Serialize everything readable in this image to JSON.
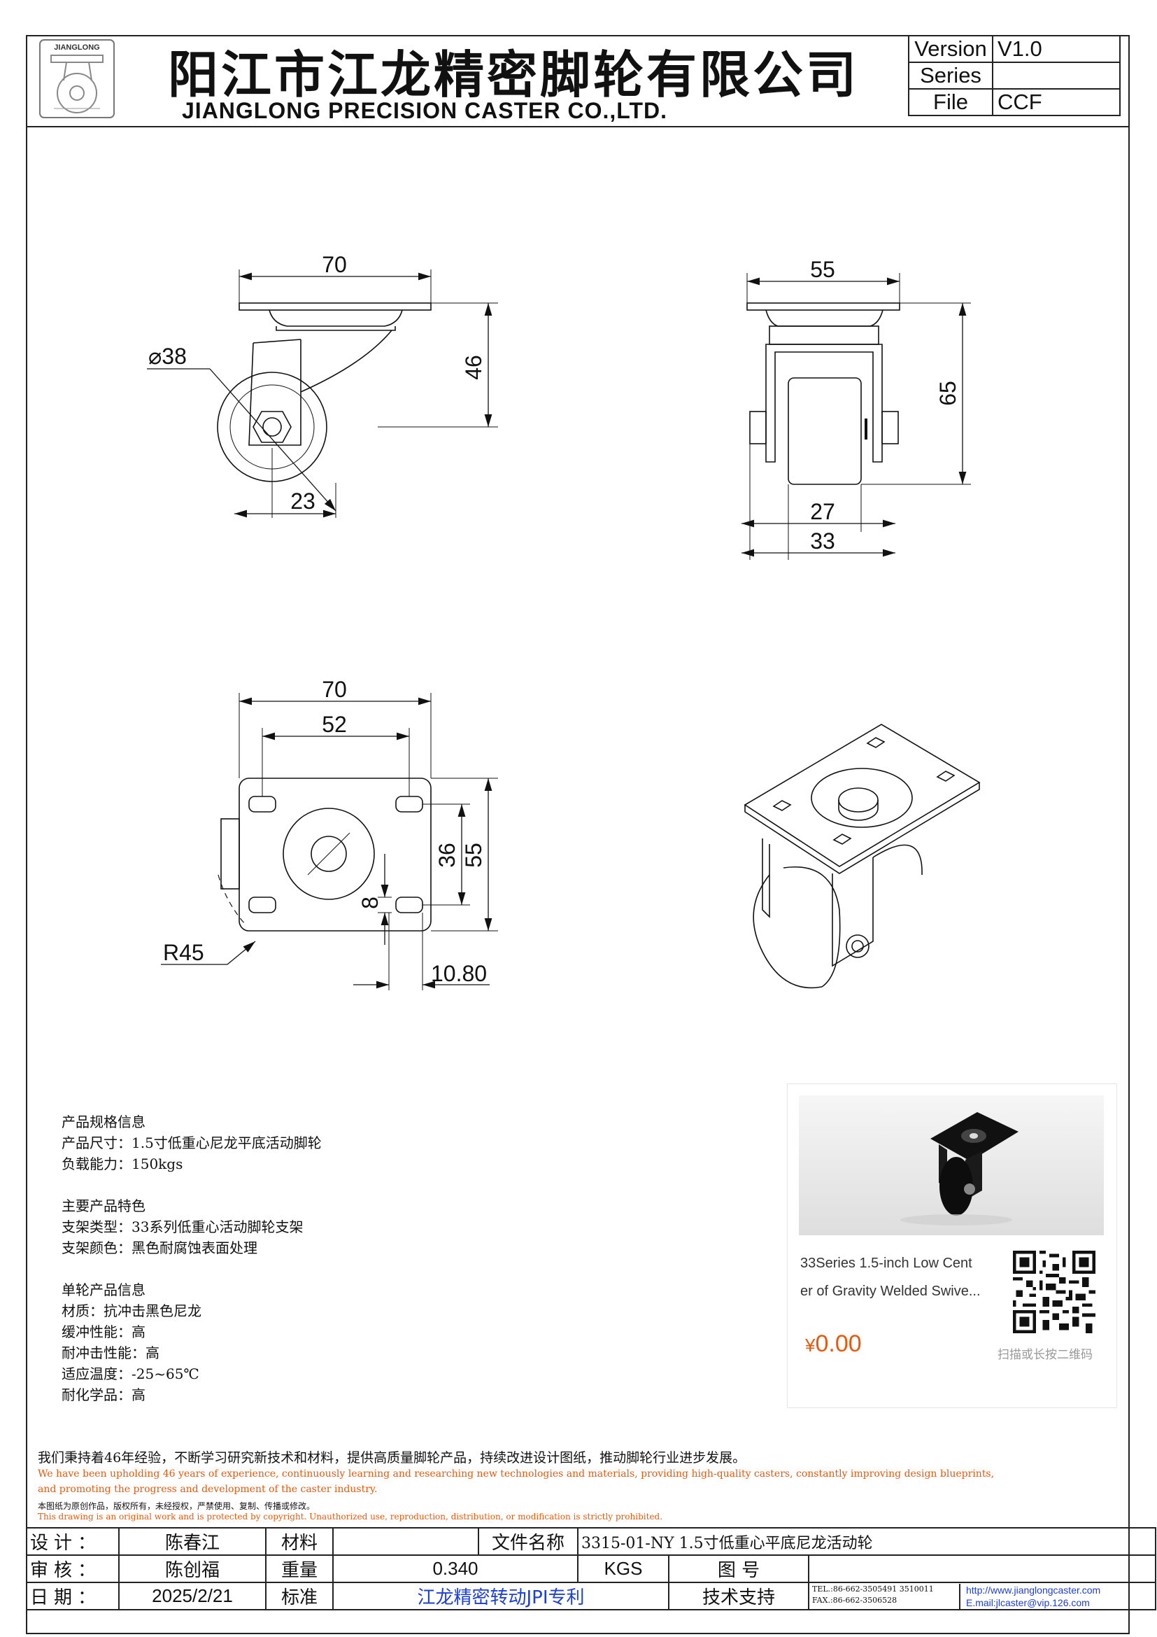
{
  "header": {
    "title_cn": "阳江市江龙精密脚轮有限公司",
    "title_en": "JIANGLONG PRECISION CASTER CO.,LTD.",
    "logo_text": "JIANGLONG",
    "version_rows": [
      {
        "key": "Version",
        "value": "V1.0"
      },
      {
        "key": "Series",
        "value": ""
      },
      {
        "key": "File",
        "value": "CCF"
      }
    ]
  },
  "drawing": {
    "side_view": {
      "width": "70",
      "height": "46",
      "wheel_dia": "⌀38",
      "offset": "23"
    },
    "front_view": {
      "width": "55",
      "height": "65",
      "wheel_width": "27",
      "total_width": "33"
    },
    "top_view": {
      "width": "70",
      "hole_span_x": "52",
      "hole_span_y": "36",
      "height": "55",
      "slot": "8",
      "radius": "R45",
      "slot_offset": "10.80"
    }
  },
  "specs": {
    "sections": [
      {
        "heading": "产品规格信息",
        "lines": [
          "产品尺寸：1.5寸低重心尼龙平底活动脚轮",
          "负载能力：150kgs"
        ]
      },
      {
        "heading": "主要产品特色",
        "lines": [
          "支架类型：33系列低重心活动脚轮支架",
          "支架颜色：黑色耐腐蚀表面处理"
        ]
      },
      {
        "heading": "单轮产品信息",
        "lines": [
          "材质：抗冲击黑色尼龙",
          "缓冲性能：高",
          "耐冲击性能：高",
          "适应温度：-25~65℃",
          "耐化学品：高"
        ]
      }
    ]
  },
  "card": {
    "title_line1": "33Series 1.5-inch Low Cent",
    "title_line2": "er of Gravity Welded Swive...",
    "price_symbol": "¥",
    "price": "0.00",
    "qr_hint": "扫描或长按二维码"
  },
  "notice": {
    "cn": "我们秉持着46年经验，不断学习研究新技术和材料，提供高质量脚轮产品，持续改进设计图纸，推动脚轮行业进步发展。",
    "en1": "We have been upholding 46 years of experience, continuously learning and researching new technologies and materials, providing high-quality casters, constantly improving design blueprints,",
    "en2": "and promoting the progress and development of the caster industry.",
    "cn_copyright": "本图纸为原创作品，版权所有，未经授权，严禁使用、复制、传播或修改。",
    "en_copyright": "This drawing is an original work and is protected by copyright. Unauthorized use, reproduction, distribution, or modification is strictly prohibited."
  },
  "title_block": {
    "design_label": "设计：",
    "design_value": "陈春江",
    "material_label": "材料",
    "material_value": "",
    "filename_label": "文件名称",
    "filename_value": "3315-01-NY 1.5寸低重心平底尼龙活动轮",
    "review_label": "审核：",
    "review_value": "陈创福",
    "weight_label": "重量",
    "weight_value": "0.340",
    "weight_unit": "KGS",
    "drawing_no_label": "图    号",
    "drawing_no_value": "",
    "date_label": "日期：",
    "date_value": "2025/2/21",
    "standard_label": "标准",
    "standard_value": "江龙精密转动JPI专利",
    "support_label": "技术支持",
    "tel": "TEL.:86-662-3505491 3510011",
    "fax": "FAX.:86-662-3506528",
    "web": "http://www.jianglongcaster.com",
    "email": "E.mail:jlcaster@vip.126.com"
  }
}
